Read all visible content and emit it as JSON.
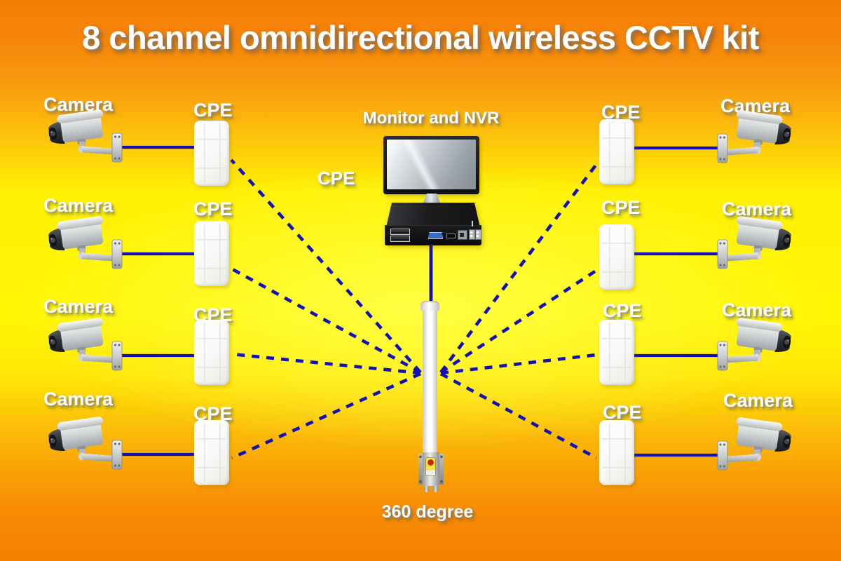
{
  "title": "8 channel omnidirectional wireless CCTV kit",
  "center": {
    "monitor_nvr_label": "Monitor and NVR",
    "cpe_label": "CPE",
    "antenna_label": "360 degree"
  },
  "left_rows": [
    {
      "camera_label": "Camera",
      "cpe_label": "CPE"
    },
    {
      "camera_label": "Camera",
      "cpe_label": "CPE"
    },
    {
      "camera_label": "Camera",
      "cpe_label": "CPE"
    },
    {
      "camera_label": "Camera",
      "cpe_label": "CPE"
    }
  ],
  "right_rows": [
    {
      "camera_label": "Camera",
      "cpe_label": "CPE"
    },
    {
      "camera_label": "Camera",
      "cpe_label": "CPE"
    },
    {
      "camera_label": "Camera",
      "cpe_label": "CPE"
    },
    {
      "camera_label": "Camera",
      "cpe_label": "CPE"
    }
  ],
  "colors": {
    "background_top": "#f57e04",
    "background_middle": "#fff400",
    "background_bottom": "#f57f02",
    "line_blue": "#1212b4",
    "label_text": "#ffffff"
  }
}
